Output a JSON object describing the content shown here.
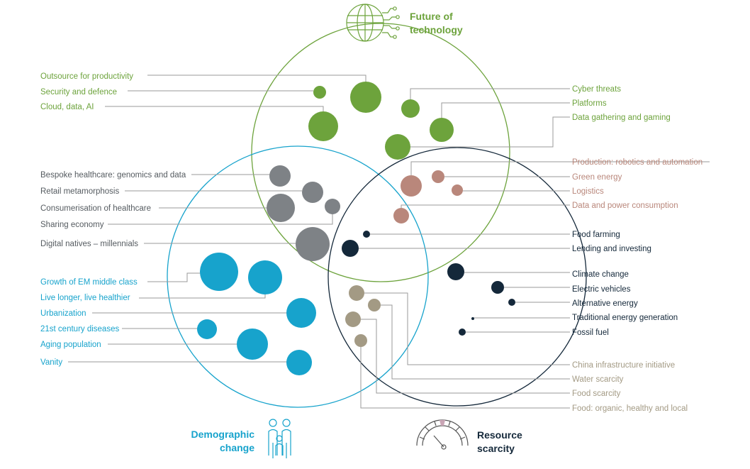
{
  "colors": {
    "technology": "#6da33c",
    "demographic": "#17a3cc",
    "resource": "#14283a",
    "grey": "#7e8286",
    "rose": "#b9877b",
    "teal": "#0e5149",
    "sand": "#a39a84",
    "leader": "#9a9a9a"
  },
  "circles": {
    "technology": {
      "title_line1": "Future of",
      "title_line2": "technology"
    },
    "demographic": {
      "title_line1": "Demographic",
      "title_line2": "change"
    },
    "resource": {
      "title_line1": "Resource",
      "title_line2": "scarcity"
    }
  },
  "themes": {
    "technology_left": [
      {
        "label": "Outsource for productivity"
      },
      {
        "label": "Security and defence"
      },
      {
        "label": "Cloud, data, AI"
      }
    ],
    "technology_right": [
      {
        "label": "Cyber threats"
      },
      {
        "label": "Platforms"
      },
      {
        "label": "Data gathering and gaming"
      }
    ],
    "tech_demo_overlap": [
      {
        "label": "Bespoke healthcare: genomics and data"
      },
      {
        "label": "Retail metamorphosis"
      },
      {
        "label": "Consumerisation of healthcare"
      },
      {
        "label": "Sharing economy"
      },
      {
        "label": "Digital natives – millennials"
      }
    ],
    "tech_resource_overlap": [
      {
        "label": "Production: robotics and automation"
      },
      {
        "label": "Green energy"
      },
      {
        "label": "Logistics"
      },
      {
        "label": "Data and power consumption"
      }
    ],
    "all_three_overlap": [
      {
        "label": "Food farming"
      },
      {
        "label": "Lending and investing"
      }
    ],
    "demographic": [
      {
        "label": "Growth of EM middle class"
      },
      {
        "label": "Live longer, live healthier"
      },
      {
        "label": "Urbanization"
      },
      {
        "label": "21st century diseases"
      },
      {
        "label": "Aging population"
      },
      {
        "label": "Vanity"
      }
    ],
    "resource": [
      {
        "label": "Climate change"
      },
      {
        "label": "Electric vehicles"
      },
      {
        "label": "Alternative energy"
      },
      {
        "label": "Traditional energy generation"
      },
      {
        "label": "Fossil fuel"
      }
    ],
    "demo_resource_overlap": [
      {
        "label": "China infrastructure initiative"
      },
      {
        "label": "Water scarcity"
      },
      {
        "label": "Food scarcity"
      },
      {
        "label": "Food: organic, healthy and local"
      }
    ]
  },
  "icons": {
    "technology": "globe-circuit-icon",
    "demographic": "family-icon",
    "resource": "gauge-icon"
  }
}
